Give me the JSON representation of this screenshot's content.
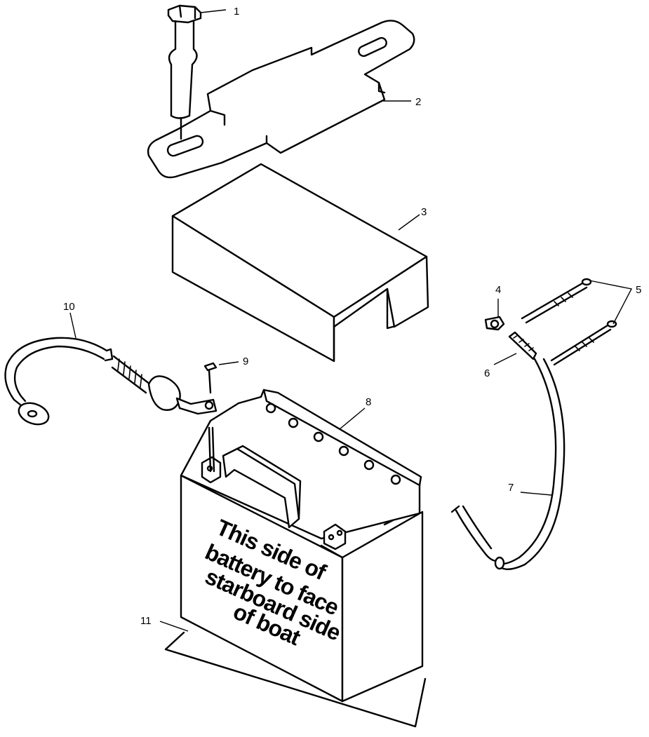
{
  "callouts": [
    "1",
    "2",
    "3",
    "4",
    "5",
    "6",
    "7",
    "8",
    "9",
    "10",
    "11"
  ],
  "battery_label": {
    "line1": "This side of",
    "line2": "battery to face",
    "line3": "starboard side",
    "line4": "of boat"
  }
}
